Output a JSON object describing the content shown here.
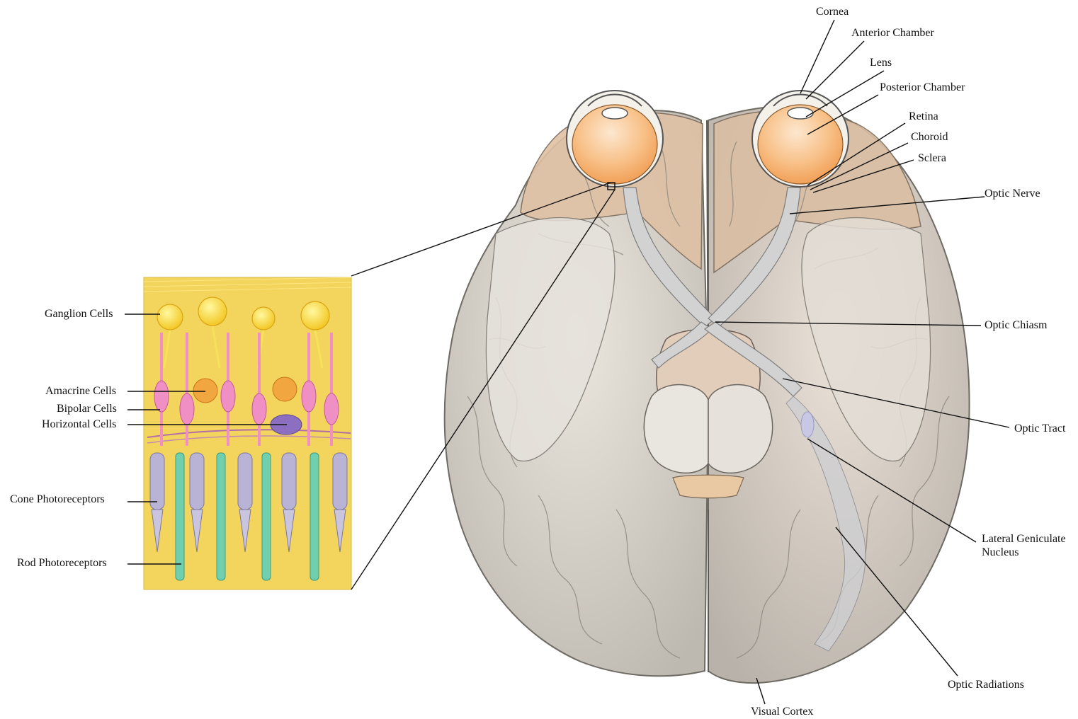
{
  "labels": {
    "cornea": "Cornea",
    "anterior_chamber": "Anterior Chamber",
    "lens": "Lens",
    "posterior_chamber": "Posterior Chamber",
    "retina": "Retina",
    "choroid": "Choroid",
    "sclera": "Sclera",
    "optic_nerve": "Optic Nerve",
    "optic_chiasm": "Optic Chiasm",
    "optic_tract": "Optic Tract",
    "lateral_geniculate_nucleus": "Lateral Geniculate\nNucleus",
    "optic_radiations": "Optic Radiations",
    "visual_cortex": "Visual Cortex",
    "ganglion_cells": "Ganglion Cells",
    "amacrine_cells": "Amacrine Cells",
    "bipolar_cells": "Bipolar Cells",
    "horizontal_cells": "Horizontal Cells",
    "cone_photoreceptors": "Cone Photoreceptors",
    "rod_photoreceptors": "Rod Photoreceptors"
  },
  "colors": {
    "retina_background": "#f2d35a",
    "ganglion": "#f7e24a",
    "bipolar": "#ef8fc4",
    "amacrine": "#f2a640",
    "horizontal": "#8c6fc0",
    "cone": "#b9b4d6",
    "rod": "#6fcfae",
    "eye_orange": "#f7b26a",
    "brain_left": "#dcd7cf",
    "brain_right": "#d8cfc4",
    "frontal_tan": "#e0bfa1",
    "optic_path": "#d0d0d0"
  }
}
